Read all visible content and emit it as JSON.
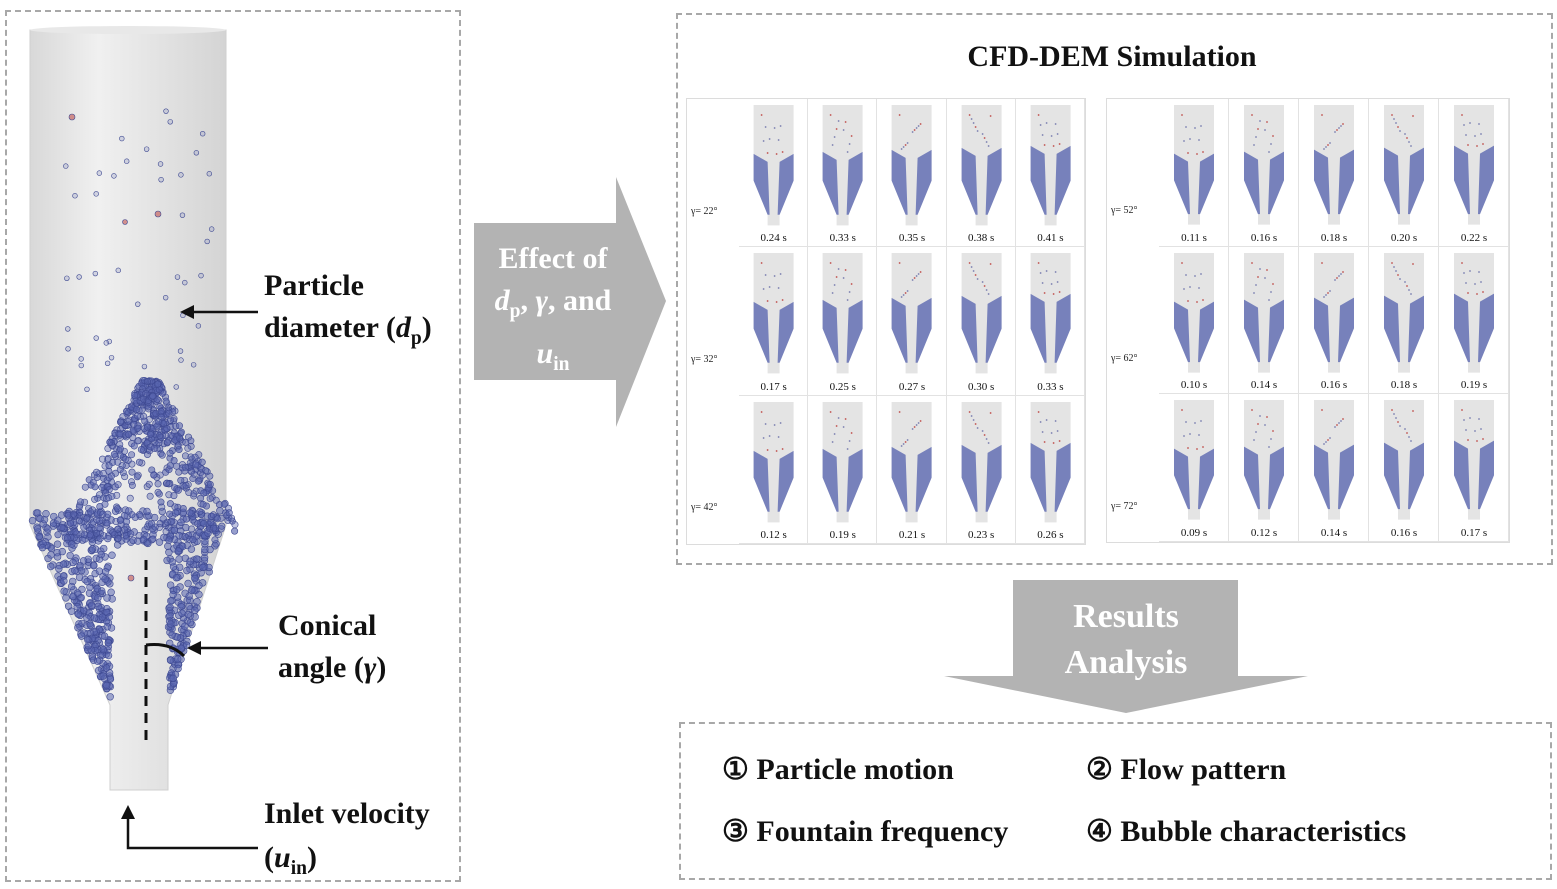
{
  "labels": {
    "particle_diameter_1": "Particle",
    "particle_diameter_2": "diameter (",
    "d": "d",
    "p": "p",
    "close": ")",
    "conical_1": "Conical",
    "conical_2": "angle (",
    "gamma": "γ",
    "inlet_1": "Inlet velocity",
    "inlet_open": "(",
    "u": "u",
    "in": "in"
  },
  "effect_arrow": {
    "line1": "Effect of",
    "comma": ", ",
    "and": ", and"
  },
  "simulation": {
    "title": "CFD-DEM Simulation",
    "left_rows": [
      {
        "angle": "γ= 22°",
        "times": [
          "0.24 s",
          "0.33 s",
          "0.35 s",
          "0.38 s",
          "0.41 s"
        ]
      },
      {
        "angle": "γ= 32°",
        "times": [
          "0.17 s",
          "0.25 s",
          "0.27 s",
          "0.30 s",
          "0.33 s"
        ]
      },
      {
        "angle": "γ= 42°",
        "times": [
          "0.12 s",
          "0.19 s",
          "0.21 s",
          "0.23 s",
          "0.26 s"
        ]
      }
    ],
    "right_rows": [
      {
        "angle": "γ= 52°",
        "times": [
          "0.11 s",
          "0.16 s",
          "0.18 s",
          "0.20 s",
          "0.22 s"
        ]
      },
      {
        "angle": "γ= 62°",
        "times": [
          "0.10 s",
          "0.14 s",
          "0.16 s",
          "0.18 s",
          "0.19 s"
        ]
      },
      {
        "angle": "γ= 72°",
        "times": [
          "0.09 s",
          "0.12 s",
          "0.14 s",
          "0.16 s",
          "0.17 s"
        ]
      }
    ]
  },
  "results_arrow": {
    "line1": "Results",
    "line2": "Analysis"
  },
  "results": {
    "r1": "① Particle motion",
    "r2": "② Flow pattern",
    "r3": "③ Fountain frequency",
    "r4": "④ Bubble characteristics"
  },
  "colors": {
    "particle": "#5a66b0",
    "column": "#e6e6e6",
    "arrow": "#b3b3b3",
    "red_particle": "#c0504d"
  }
}
